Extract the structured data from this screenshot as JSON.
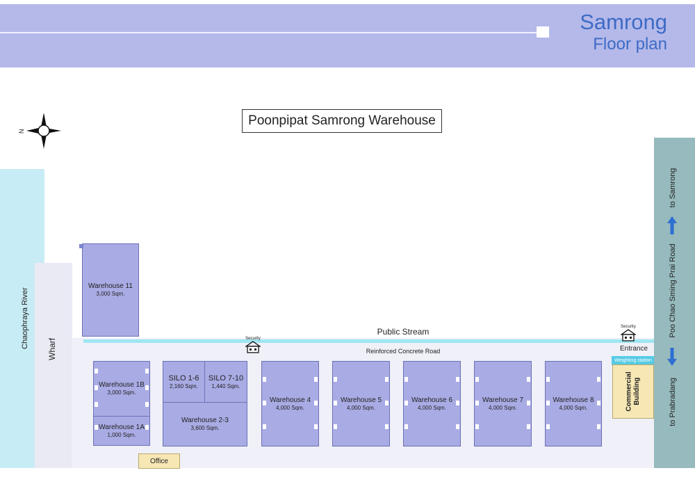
{
  "header": {
    "title": "Samrong",
    "subtitle": "Floor plan"
  },
  "compass": {
    "north_label": "N"
  },
  "plan_title": "Poonpipat Samrong Warehouse",
  "labels": {
    "river": "Chaophraya River",
    "wharf": "Wharf",
    "stream": "Public Stream",
    "road": "Reinforced Concrete Road",
    "main_road": "Poo Chao Sming Prai Road",
    "to_samrong": "to Samrong",
    "to_prabradang": "to Prabradang",
    "entrance": "Entrance",
    "weighting_station": "Weighting station",
    "commercial": "Commercial\nBuilding",
    "office": "Office",
    "security": "Security"
  },
  "buildings": {
    "wh11": {
      "name": "Warehouse 11",
      "size": "3,000 Sqm."
    },
    "wh1b": {
      "name": "Warehouse 1B",
      "size": "3,000 Sqm."
    },
    "wh1a": {
      "name": "Warehouse 1A",
      "size": "1,000 Sqm."
    },
    "silo16": {
      "name": "SILO 1-6",
      "size": "2,160 Sqm."
    },
    "silo710": {
      "name": "SILO 7-10",
      "size": "1,440 Sqm."
    },
    "wh23": {
      "name": "Warehouse 2-3",
      "size": "3,600 Sqm."
    },
    "wh4": {
      "name": "Warehouse 4",
      "size": "4,000 Sqm."
    },
    "wh5": {
      "name": "Warehouse 5",
      "size": "4,000 Sqm."
    },
    "wh6": {
      "name": "Warehouse 6",
      "size": "4,000 Sqm."
    },
    "wh7": {
      "name": "Warehouse 7",
      "size": "4,000 Sqm."
    },
    "wh8": {
      "name": "Warehouse 8",
      "size": "4,000 Sqm."
    }
  },
  "colors": {
    "header": "#b4b9ea",
    "title_text": "#3e6bc4",
    "building": "#a9abe4",
    "river": "#c8ecf5",
    "road": "#96babd",
    "stream": "#9ee6f2",
    "arrow": "#2e6fd1",
    "commercial": "#f6e7b4"
  }
}
